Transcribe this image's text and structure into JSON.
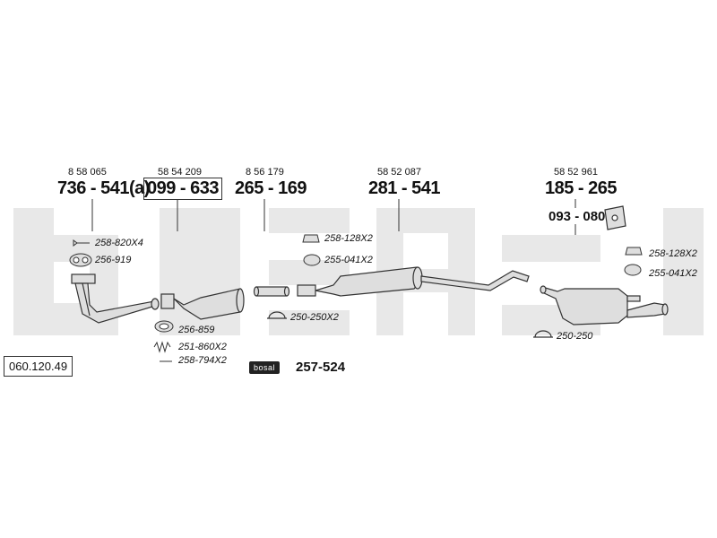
{
  "catalog_number": "060.120.49",
  "brand_badge": "bosal",
  "watermark_text": "bosal",
  "accent_colors": {
    "line": "#333333",
    "part_fill": "#dedede",
    "watermark": "#e6e6e6"
  },
  "parts": [
    {
      "oem": "8 58 065",
      "part_number": "736 - 541(a)"
    },
    {
      "oem": "58 54 209",
      "part_number": "099 - 633"
    },
    {
      "oem": "8 56 179",
      "part_number": "265 - 169"
    },
    {
      "oem": "58 52 087",
      "part_number": "281 - 541"
    },
    {
      "oem": "58 52 961",
      "part_number": "185 - 265"
    },
    {
      "oem": "",
      "part_number": "093 - 080"
    }
  ],
  "accessories": [
    "258-820X4",
    "256-919",
    "258-128X2",
    "255-041X2",
    "250-250X2",
    "256-859",
    "251-860X2",
    "258-794X2",
    "258-128X2",
    "255-041X2",
    "250-250"
  ],
  "kit_number": "257-524"
}
